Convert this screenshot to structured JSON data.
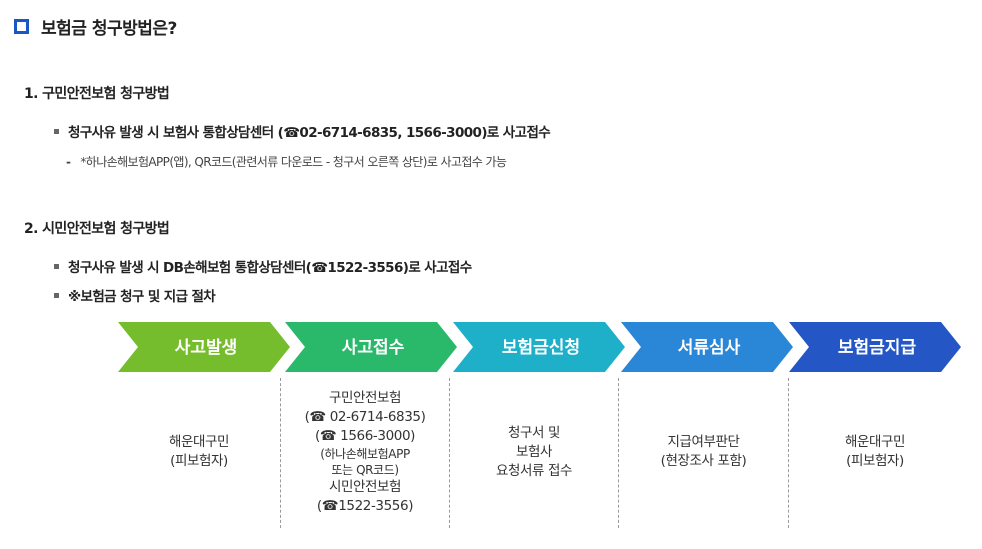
{
  "heading": "보험금 청구방법은?",
  "section1": {
    "title": "1. 구민안전보험 청구방법",
    "bullet": "청구사유 발생 시 보험사 통합상담센터 (☎02-6714-6835, 1566-3000)로 사고접수",
    "sub": "*하나손해보험APP(앱), QR코드(관련서류 다운로드 - 청구서 오른쪽 상단)로 사고접수 가능"
  },
  "section2": {
    "title": "2. 시민안전보험 청구방법",
    "bullet1": "청구사유 발생 시 DB손해보험 통합상담센터(☎1522-3556)로 사고접수",
    "bullet2": "※보험금 청구 및 지급 절차"
  },
  "steps": [
    {
      "label": "사고발생",
      "color": "#76bd2e"
    },
    {
      "label": "사고접수",
      "color": "#2ab86a"
    },
    {
      "label": "보험금신청",
      "color": "#1eb0c9"
    },
    {
      "label": "서류심사",
      "color": "#2a86d6"
    },
    {
      "label": "보험금지급",
      "color": "#2456c6"
    }
  ],
  "details": {
    "col1": {
      "line1": "해운대구민",
      "line2": "(피보험자)"
    },
    "col2": {
      "line1": "구민안전보험",
      "line2": "(☎ 02-6714-6835)",
      "line3": "(☎ 1566-3000)",
      "line4": "(하나손해보험APP",
      "line5": "또는 QR코드)",
      "line6": "시민안전보험",
      "line7": "(☎1522-3556)"
    },
    "col3": {
      "line1": "청구서 및",
      "line2": "보험사",
      "line3": "요청서류 접수"
    },
    "col4": {
      "line1": "지급여부판단",
      "line2": "(현장조사 포함)"
    },
    "col5": {
      "line1": "해운대구민",
      "line2": "(피보험자)"
    }
  }
}
